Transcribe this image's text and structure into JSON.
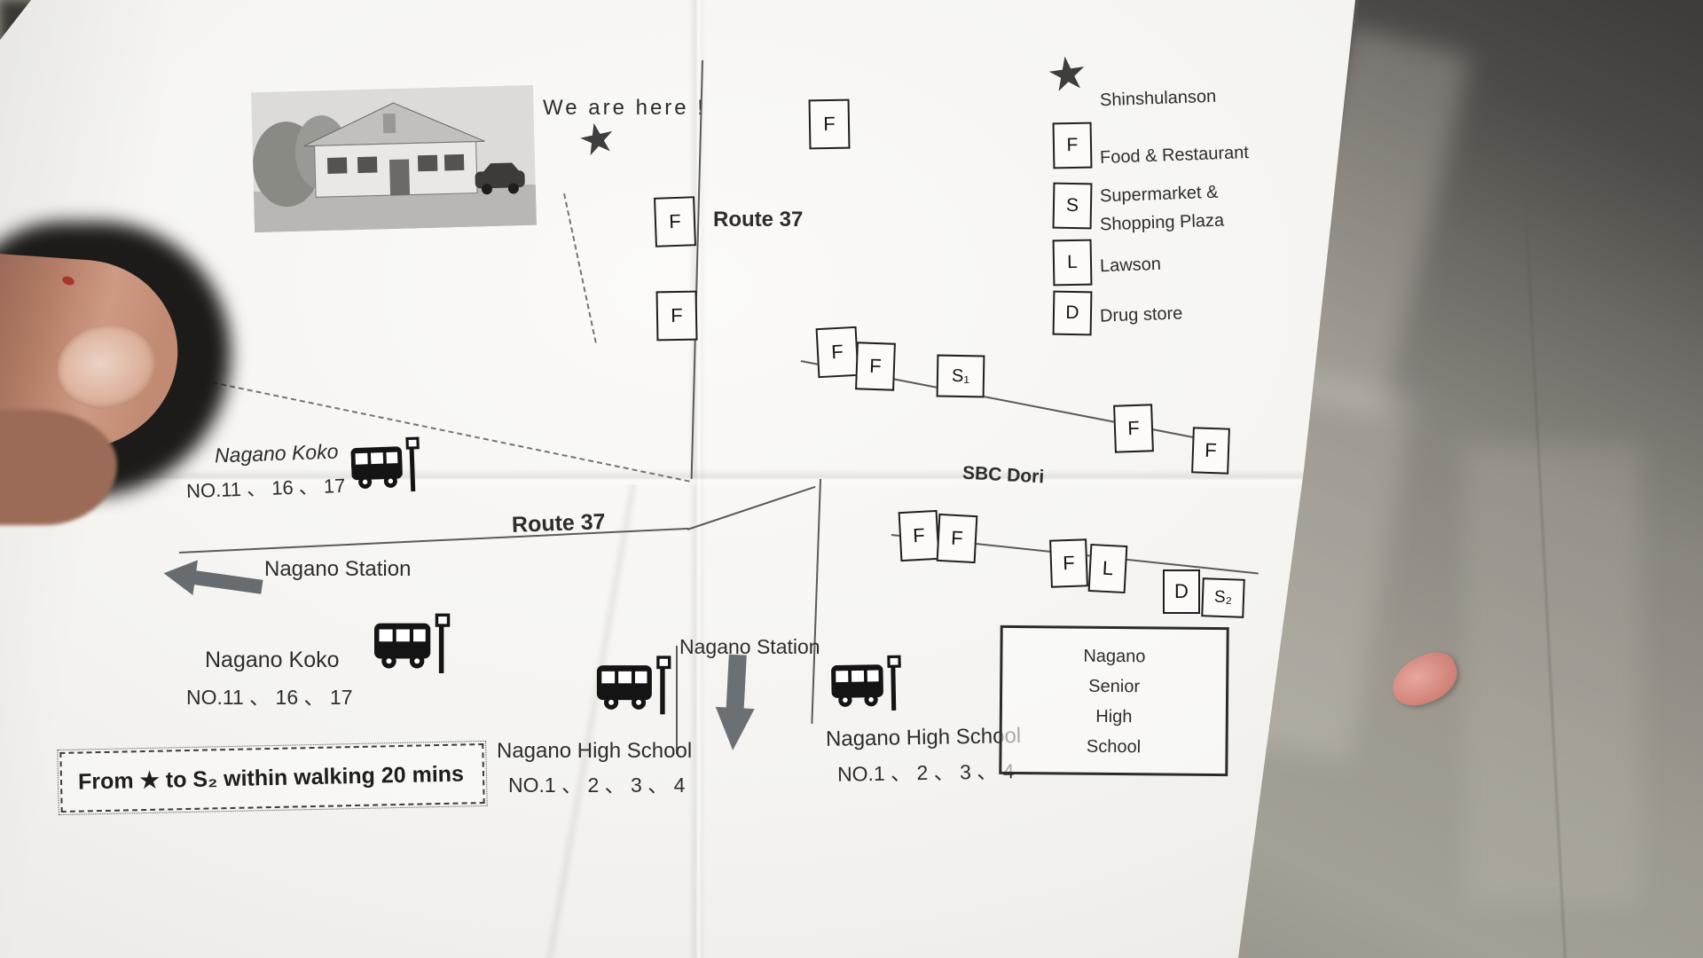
{
  "labels": {
    "we_are_here": "We are here !",
    "route37_upper": "Route 37",
    "route37_lower": "Route 37",
    "sbc_dori": "SBC Dori",
    "station_left": "Nagano Station",
    "station_center": "Nagano Station"
  },
  "icons": {
    "star": "★"
  },
  "legend": {
    "star_label": "Shinshulanson",
    "items": [
      {
        "symbol": "F",
        "label": "Food & Restaurant"
      },
      {
        "symbol": "S",
        "label": "Supermarket &",
        "label2": "Shopping Plaza"
      },
      {
        "symbol": "L",
        "label": "Lawson"
      },
      {
        "symbol": "D",
        "label": "Drug store"
      }
    ]
  },
  "markers": [
    "F",
    "F",
    "F",
    "F",
    "F",
    "S₁",
    "F",
    "F",
    "F",
    "F",
    "F",
    "L",
    "D",
    "S₂"
  ],
  "stops": {
    "koko_upper": {
      "name": "Nagano Koko",
      "routes": "NO.11 、 16 、 17"
    },
    "koko_lower": {
      "name": "Nagano Koko",
      "routes": "NO.11 、 16 、 17"
    },
    "highschool_west": {
      "name": "Nagano High School",
      "routes": "NO.1 、 2 、 3 、 4"
    },
    "highschool_east": {
      "name": "Nagano High School",
      "routes": "NO.1 、 2 、 3 、 4"
    }
  },
  "school": {
    "lines": [
      "Nagano",
      "Senior",
      "High",
      "School"
    ]
  },
  "note": {
    "text": "From ★  to S₂ within walking 20 mins"
  },
  "colors": {
    "paper": "#f4f3f0",
    "ink": "#2d2d2d",
    "arrow_gray": "#6a7074"
  }
}
